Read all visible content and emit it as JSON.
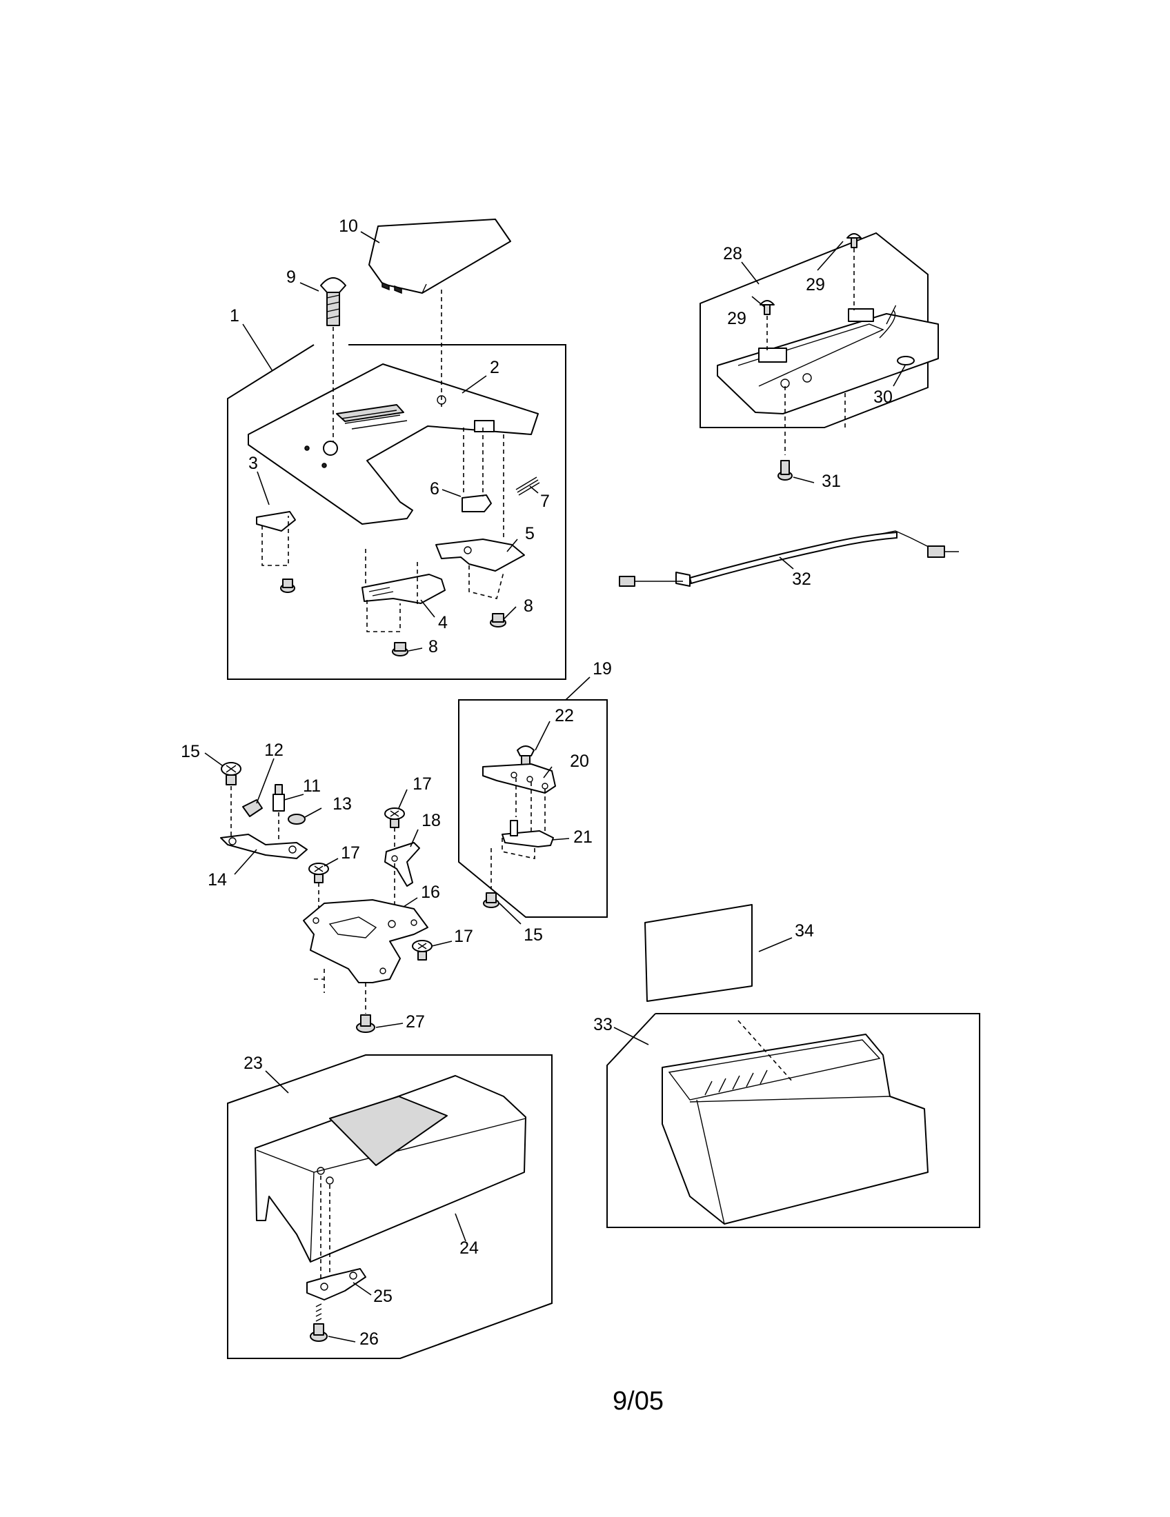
{
  "footer": {
    "date_code": "9/05"
  },
  "callouts": [
    {
      "id": "c1",
      "text": "1"
    },
    {
      "id": "c2",
      "text": "2"
    },
    {
      "id": "c3",
      "text": "3"
    },
    {
      "id": "c4",
      "text": "4"
    },
    {
      "id": "c5",
      "text": "5"
    },
    {
      "id": "c6",
      "text": "6"
    },
    {
      "id": "c7",
      "text": "7"
    },
    {
      "id": "c8a",
      "text": "8"
    },
    {
      "id": "c8b",
      "text": "8"
    },
    {
      "id": "c9",
      "text": "9"
    },
    {
      "id": "c10",
      "text": "10"
    },
    {
      "id": "c11",
      "text": "11"
    },
    {
      "id": "c12",
      "text": "12"
    },
    {
      "id": "c13",
      "text": "13"
    },
    {
      "id": "c14",
      "text": "14"
    },
    {
      "id": "c15a",
      "text": "15"
    },
    {
      "id": "c15b",
      "text": "15"
    },
    {
      "id": "c16",
      "text": "16"
    },
    {
      "id": "c17a",
      "text": "17"
    },
    {
      "id": "c17b",
      "text": "17"
    },
    {
      "id": "c17c",
      "text": "17"
    },
    {
      "id": "c18",
      "text": "18"
    },
    {
      "id": "c19",
      "text": "19"
    },
    {
      "id": "c20",
      "text": "20"
    },
    {
      "id": "c21",
      "text": "21"
    },
    {
      "id": "c22",
      "text": "22"
    },
    {
      "id": "c23",
      "text": "23"
    },
    {
      "id": "c24",
      "text": "24"
    },
    {
      "id": "c25",
      "text": "25"
    },
    {
      "id": "c26",
      "text": "26"
    },
    {
      "id": "c27",
      "text": "27"
    },
    {
      "id": "c28",
      "text": "28"
    },
    {
      "id": "c29a",
      "text": "29"
    },
    {
      "id": "c29b",
      "text": "29"
    },
    {
      "id": "c30",
      "text": "30"
    },
    {
      "id": "c31",
      "text": "31"
    },
    {
      "id": "c32",
      "text": "32"
    },
    {
      "id": "c33",
      "text": "33"
    },
    {
      "id": "c34",
      "text": "34"
    }
  ]
}
